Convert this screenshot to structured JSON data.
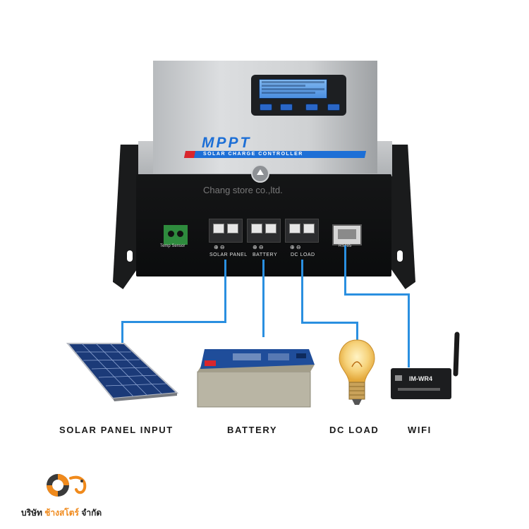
{
  "controller": {
    "brand": "MPPT",
    "subtitle": "SOLAR CHARGE CONTROLLER",
    "watermark": "Chang store co.,ltd.",
    "temp_sensor_label": "Temp Sensor",
    "rs485_label": "RS485",
    "terminals": [
      {
        "label": "SOLAR PANEL",
        "signs": "⊕ ⊖"
      },
      {
        "label": "BATTERY",
        "signs": "⊕ ⊖"
      },
      {
        "label": "DC LOAD",
        "signs": "⊕ ⊖"
      }
    ],
    "colors": {
      "accent": "#1d6fd6",
      "stripe_red": "#d9262c",
      "wire": "#2a8fe0",
      "terminal_green": "#2e8b3d"
    }
  },
  "captions": {
    "solar": "SOLAR PANEL INPUT",
    "battery": "BATTERY",
    "load": "DC LOAD",
    "wifi": "WIFI"
  },
  "wifi_module": {
    "model": "IM-WR4"
  },
  "company": {
    "prefix": "บริษัท",
    "name": "ช้างสโตร์",
    "suffix": "จำกัด",
    "logo_icon": "camera-elephant-logo"
  }
}
